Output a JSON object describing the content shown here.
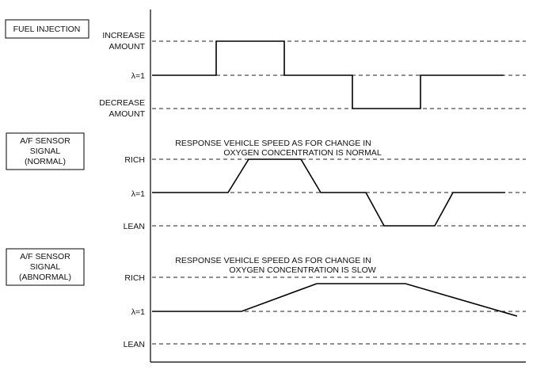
{
  "sections": [
    {
      "id": "fuel",
      "label_lines": [
        "FUEL INJECTION"
      ],
      "level_labels": {
        "high": [
          "INCREASE",
          "AMOUNT"
        ],
        "mid": [
          "λ=1"
        ],
        "low": [
          "DECREASE",
          "AMOUNT"
        ]
      },
      "note_lines": []
    },
    {
      "id": "normal",
      "label_lines": [
        "A/F SENSOR",
        "SIGNAL",
        "(NORMAL)"
      ],
      "level_labels": {
        "high": [
          "RICH"
        ],
        "mid": [
          "λ=1"
        ],
        "low": [
          "LEAN"
        ]
      },
      "note_lines": [
        "RESPONSE VEHICLE SPEED AS FOR CHANGE IN",
        "OXYGEN CONCENTRATION IS NORMAL"
      ]
    },
    {
      "id": "abnormal",
      "label_lines": [
        "A/F SENSOR",
        "SIGNAL",
        "(ABNORMAL)"
      ],
      "level_labels": {
        "high": [
          "RICH"
        ],
        "mid": [
          "λ=1"
        ],
        "low": [
          "LEAN"
        ]
      },
      "note_lines": [
        "RESPONSE VEHICLE SPEED AS FOR CHANGE IN",
        "OXYGEN CONCENTRATION IS SLOW"
      ]
    }
  ]
}
